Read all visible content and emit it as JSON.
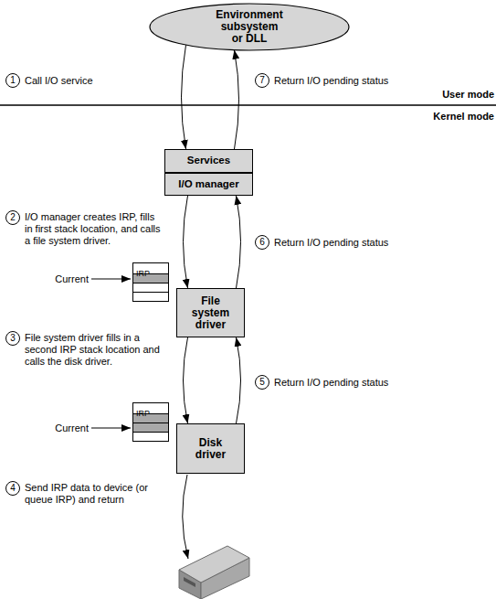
{
  "diagram": {
    "nodes": [
      {
        "text": [
          "Environment subsystem or DLL"
        ]
      },
      {
        "text": [
          "Services",
          "I/O manager"
        ]
      },
      {
        "text": [
          "IRP"
        ]
      },
      {
        "text": [
          "File system driver"
        ]
      },
      {
        "text": [
          "IRP"
        ]
      },
      {
        "text": [
          "Disk driver"
        ]
      }
    ],
    "edges": [
      {
        "from": 0,
        "to": 1,
        "arrow": "to"
      },
      {
        "from": 1,
        "to": 0,
        "arrow": "to"
      },
      {
        "from": 1,
        "to": 3,
        "arrow": "to"
      },
      {
        "from": 3,
        "to": 1,
        "arrow": "to"
      },
      {
        "from": 3,
        "to": 5,
        "arrow": "to"
      },
      {
        "from": 5,
        "to": 3,
        "arrow": "to"
      }
    ],
    "labels": [
      "1",
      "Call I/O service",
      "7",
      "Return I/O pending status",
      "User mode",
      "Kernel mode",
      "2",
      "I/O manager creates IRP, fills in first stack location, and calls a file system driver.",
      "6",
      "Return I/O pending status",
      "Current",
      "3",
      "File system driver fills in a second IRP stack location and calls the disk driver.",
      "5",
      "Return I/O pending status",
      "Current",
      "4",
      "Send IRP data to device (or queue IRP) and return"
    ]
  }
}
